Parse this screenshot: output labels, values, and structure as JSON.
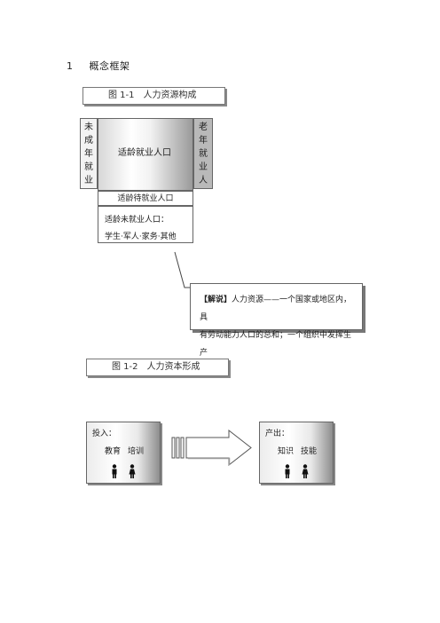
{
  "section": {
    "number": "1",
    "title": "概念框架"
  },
  "figure1": {
    "caption": "图 1-1　人力资源构成",
    "left_column": [
      "未",
      "成",
      "年",
      "就",
      "业"
    ],
    "center_label": "适龄就业人口",
    "right_column": [
      "老",
      "年",
      "就",
      "业",
      "人"
    ],
    "waiting_label": "适龄待就业人口",
    "unemployed_label": "适龄未就业人口：",
    "unemployed_detail": "学生·军人·家务·其他"
  },
  "note": {
    "label": "【解说】",
    "line1": "人力资源——一个国家或地区内，具",
    "line2": "有劳动能力人口的总和；一个组织中发挥生产"
  },
  "figure2": {
    "caption": "图 1-2　人力资本形成",
    "input": {
      "title": "投入：",
      "items": [
        "教育",
        "培训"
      ]
    },
    "output": {
      "title": "产出：",
      "items": [
        "知识",
        "技能"
      ]
    }
  }
}
